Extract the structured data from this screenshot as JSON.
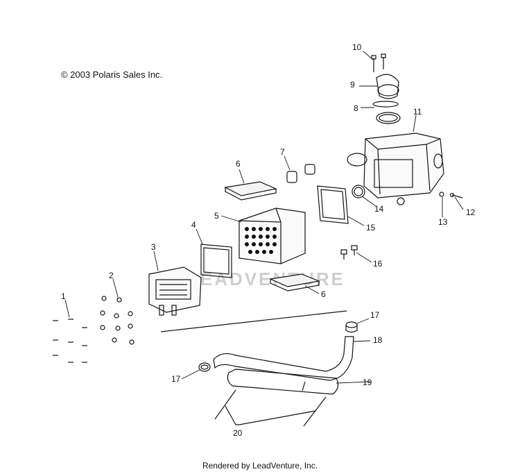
{
  "copyright": "© 2003 Polaris Sales Inc.",
  "footer": "Rendered by LeadVenture, Inc.",
  "watermark": "LEADVENTURE",
  "callouts": {
    "c1": "1",
    "c2": "2",
    "c3": "3",
    "c4": "4",
    "c5": "5",
    "c6a": "6",
    "c6b": "6",
    "c7": "7",
    "c8": "8",
    "c9": "9",
    "c10": "10",
    "c11": "11",
    "c12": "12",
    "c13": "13",
    "c14": "14",
    "c15": "15",
    "c16": "16",
    "c17a": "17",
    "c17b": "17",
    "c18": "18",
    "c19": "19",
    "c20": "20"
  }
}
